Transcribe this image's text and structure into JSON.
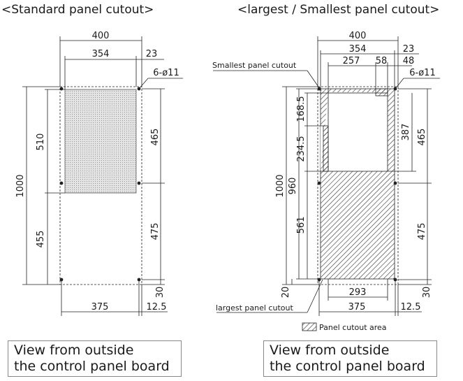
{
  "left": {
    "title": "<Standard panel cutout>",
    "dims": {
      "width_outer": "400",
      "width_inner": "354",
      "offset_top_right": "23",
      "hole_spec": "6-ø11",
      "height_total": "1000",
      "cutout_height": "510",
      "lower_span": "455",
      "hole_span_upper": "465",
      "hole_span_lower": "475",
      "bottom_gap": "30",
      "hole_pitch_bottom": "375",
      "offset_bottom_right": "12.5"
    },
    "caption_line1": "View from outside",
    "caption_line2": "the control panel board"
  },
  "right": {
    "title": "<largest / Smallest panel cutout>",
    "dims": {
      "width_outer": "400",
      "width_inner": "354",
      "offset_top_right": "23",
      "width_257": "257",
      "width_58": "58",
      "width_48": "48",
      "hole_spec": "6-ø11",
      "height_168_5": "168.5",
      "height_234_5": "234.5",
      "height_561": "561",
      "height_total": "1000",
      "height_960": "960",
      "height_387": "387",
      "hole_span_upper": "465",
      "hole_span_lower": "475",
      "bottom_20": "20",
      "bottom_30": "30",
      "width_293": "293",
      "hole_pitch_bottom": "375",
      "offset_bottom_right": "12.5"
    },
    "smallest_label": "Smallest panel cutout",
    "largest_label": "largest panel cutout",
    "legend_label": "Panel cutout area",
    "caption_line1": "View from outside",
    "caption_line2": "the control panel board"
  }
}
